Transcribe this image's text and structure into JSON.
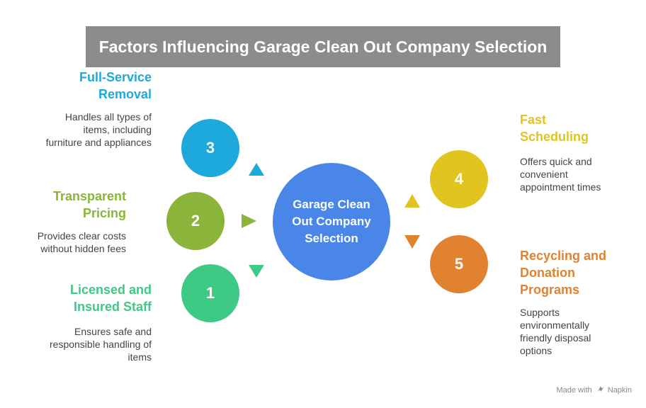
{
  "title": "Factors Influencing Garage Clean Out Company Selection",
  "center": {
    "label": "Garage Clean Out Company Selection",
    "color": "#4a86e8"
  },
  "factors": [
    {
      "number": "1",
      "heading": "Licensed and Insured Staff",
      "description": "Ensures safe and responsible handling of items",
      "color": "#3ec985"
    },
    {
      "number": "2",
      "heading": "Transparent Pricing",
      "description": "Provides clear costs without hidden fees",
      "color": "#8ab43a"
    },
    {
      "number": "3",
      "heading": "Full-Service Removal",
      "description": "Handles all types of items, including furniture and appliances",
      "color": "#1ea9dc"
    },
    {
      "number": "4",
      "heading": "Fast Scheduling",
      "description": "Offers quick and convenient appointment times",
      "color": "#e1c41f"
    },
    {
      "number": "5",
      "heading": "Recycling and Donation Programs",
      "description": "Supports environmentally friendly disposal options",
      "color": "#e0822f"
    }
  ],
  "footer": {
    "made_with": "Made with",
    "brand": "Napkin",
    "icon": "napkin-logo-icon"
  }
}
